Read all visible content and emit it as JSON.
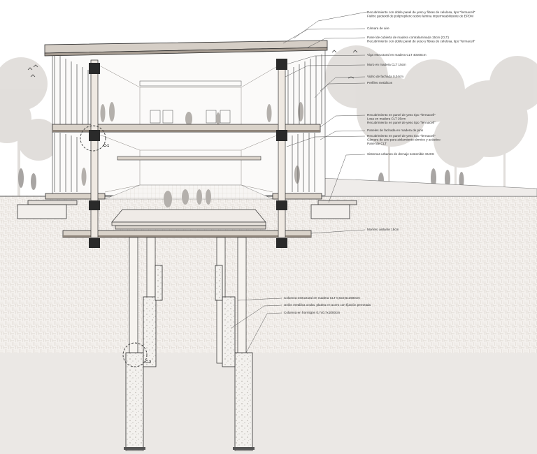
{
  "annotations": [
    {
      "id": "a1",
      "lines": [
        "Recubrimiento con doble panel de yeso y fibras de celulosa, tipo \"fermacell\"",
        "Fieltro geotextil de polipropileno sobre lámina impermeabilizante de EPDM"
      ]
    },
    {
      "id": "a2",
      "lines": [
        "Cámara de aire"
      ]
    },
    {
      "id": "a3",
      "lines": [
        "Panel de cubierta de madera contralaminada 15cm (CLT)",
        "Recubrimiento con doble panel de yeso y fibras de celulosa, tipo \"fermacell\""
      ]
    },
    {
      "id": "a4",
      "lines": [
        "Viga estructural en madera CLT 40x60cm"
      ]
    },
    {
      "id": "a5",
      "lines": [
        "Muro en madera CLT 15cm"
      ]
    },
    {
      "id": "a6",
      "lines": [
        "Vidrio de fachada 0,04cm"
      ]
    },
    {
      "id": "a7",
      "lines": [
        "Perfiles metálicos"
      ]
    },
    {
      "id": "a8",
      "lines": [
        "Recubrimiento en panel de yeso tipo \"fermacell\"",
        "Losa en madera CLT 25cm",
        "Recubrimiento en panel de yeso tipo \"fermacell\""
      ]
    },
    {
      "id": "a9",
      "lines": [
        "Paneles de fachada en madera de pino"
      ]
    },
    {
      "id": "a10",
      "lines": [
        "Recubrimiento en panel de yeso tipo \"fermacell\"",
        "Cámara de aire para aislamiento térmico y acústico",
        "Panel de CLT"
      ]
    },
    {
      "id": "a11",
      "lines": [
        "Sistemas urbanos de drenaje sostenible SUDS"
      ]
    },
    {
      "id": "a12",
      "lines": [
        "Mortero aislante 15cm"
      ]
    },
    {
      "id": "a13",
      "lines": [
        "Columna estructural en madera CLT 0,6x0,6x1500cm"
      ]
    },
    {
      "id": "a14",
      "lines": [
        "Unión metálica oculta, platina en acero con fijación perneada"
      ]
    },
    {
      "id": "a15",
      "lines": [
        "Columna en hormigón 0,7x0,7x1000cm"
      ]
    }
  ],
  "callouts": [
    {
      "id": "c1",
      "label": "C-1"
    },
    {
      "id": "c2",
      "label": "C-2"
    }
  ],
  "colors": {
    "line": "#2b2b2b",
    "wood": "#d9d2c9",
    "dark": "#2a2a2a",
    "ground": "#ece7e2",
    "soil": "#f0ece8",
    "tree": "#cbc6c2",
    "people": "#a8a5a3"
  }
}
